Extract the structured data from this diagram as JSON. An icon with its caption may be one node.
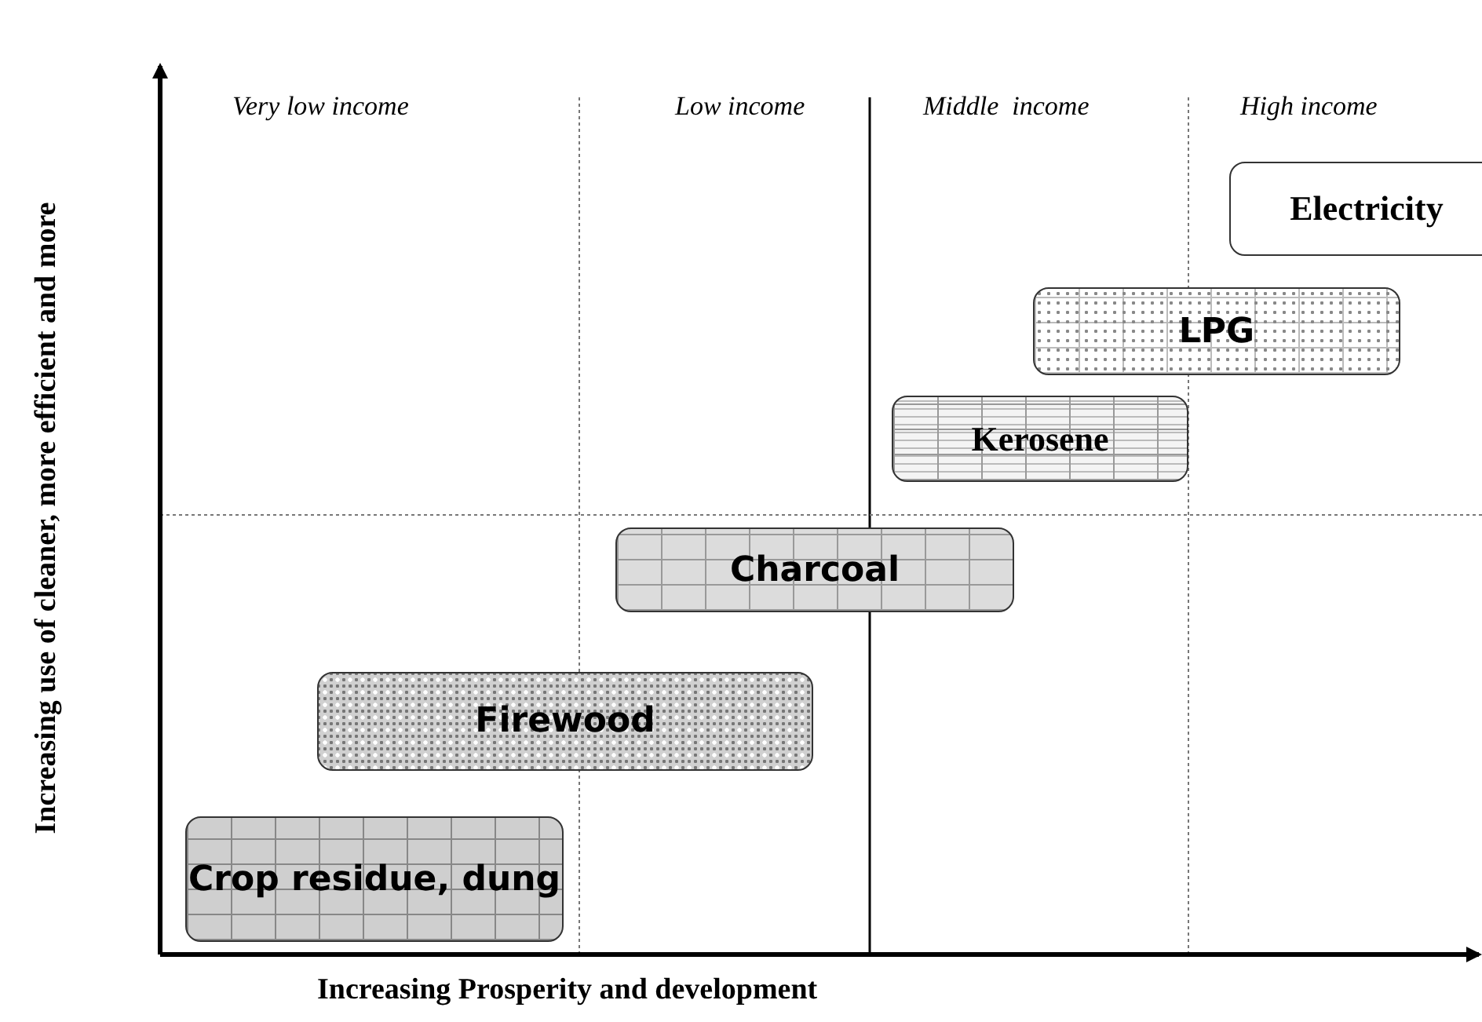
{
  "diagram": {
    "nodes": [
      {
        "text": [
          "Electricity"
        ]
      },
      {
        "text": [
          "LPG"
        ]
      },
      {
        "text": [
          "Kerosene"
        ]
      },
      {
        "text": [
          "Charcoal"
        ]
      },
      {
        "text": [
          "Firewood"
        ]
      },
      {
        "text": [
          "Crop residue, dung"
        ]
      }
    ],
    "labels": [
      "Increasing use of cleaner, more efficient and more",
      "Very low income",
      "Low income",
      "Middle  income",
      "High income",
      "Increasing Prosperity and development"
    ]
  }
}
